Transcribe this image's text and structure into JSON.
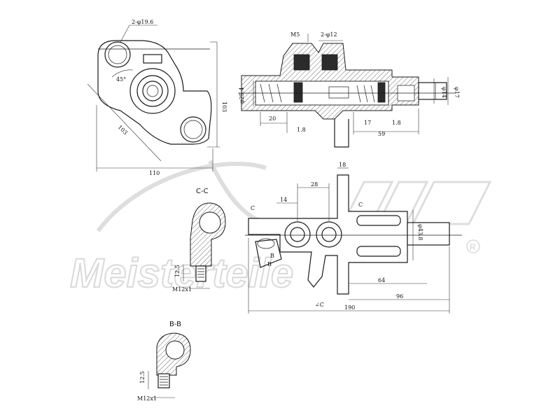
{
  "watermark": {
    "brand": "Meisterteile",
    "registered": "R",
    "color": "#d9d9d9"
  },
  "views": {
    "top_view": {
      "dims": {
        "bore": "2-φ19.6",
        "angle": "45°",
        "height": "103",
        "diag": "103",
        "width": "110"
      }
    },
    "section_side": {
      "dims": {
        "thread": "M5",
        "ports": "2-φ12",
        "bore_d": "φ25.4",
        "len20": "20",
        "len18a": "1.8",
        "len17": "17",
        "len59": "59",
        "len18b": "1.8",
        "d14": "φ14",
        "d17": "φ17"
      }
    },
    "section_cc": {
      "title": "C-C",
      "dims": {
        "depth": "12.5",
        "thread": "M12x1"
      }
    },
    "section_bb": {
      "title": "B-B",
      "dims": {
        "depth": "12.5",
        "thread": "M12x1"
      }
    },
    "front_view": {
      "dims": {
        "d18": "18",
        "d28": "28",
        "d14": "14",
        "d43": "φ43.8",
        "d64": "64",
        "d96": "96",
        "d190": "190",
        "mark_c1": "C",
        "mark_c2": "C",
        "mark_b": "B",
        "mark_b2": "B",
        "mark_lc": "∠C"
      }
    }
  }
}
